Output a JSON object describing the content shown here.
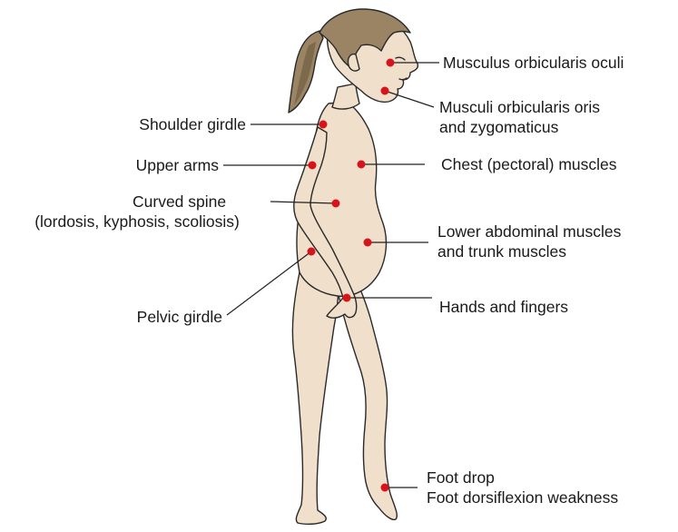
{
  "colors": {
    "skin": "#f0dfcb",
    "outline": "#2a2a2a",
    "hair": "#9a8463",
    "hair_shade": "#7d6a4d",
    "marker": "#d7131b",
    "leader": "#222222",
    "text": "#1a1a1a"
  },
  "labels": {
    "orbicularis_oculi": "Musculus orbicularis oculi",
    "orbicularis_oris_line1": "Musculi orbicularis oris",
    "orbicularis_oris_line2": "and zygomaticus",
    "shoulder_girdle": "Shoulder girdle",
    "upper_arms": "Upper arms",
    "chest": "Chest (pectoral) muscles",
    "curved_spine_line1": "Curved spine",
    "curved_spine_line2": "(lordosis, kyphosis, scoliosis)",
    "lower_abdominal_line1": "Lower abdominal muscles",
    "lower_abdominal_line2": "and trunk muscles",
    "hands_fingers": "Hands and fingers",
    "pelvic_girdle": "Pelvic girdle",
    "foot_drop_line1": "Foot drop",
    "foot_drop_line2": "Foot dorsiflexion weakness"
  }
}
